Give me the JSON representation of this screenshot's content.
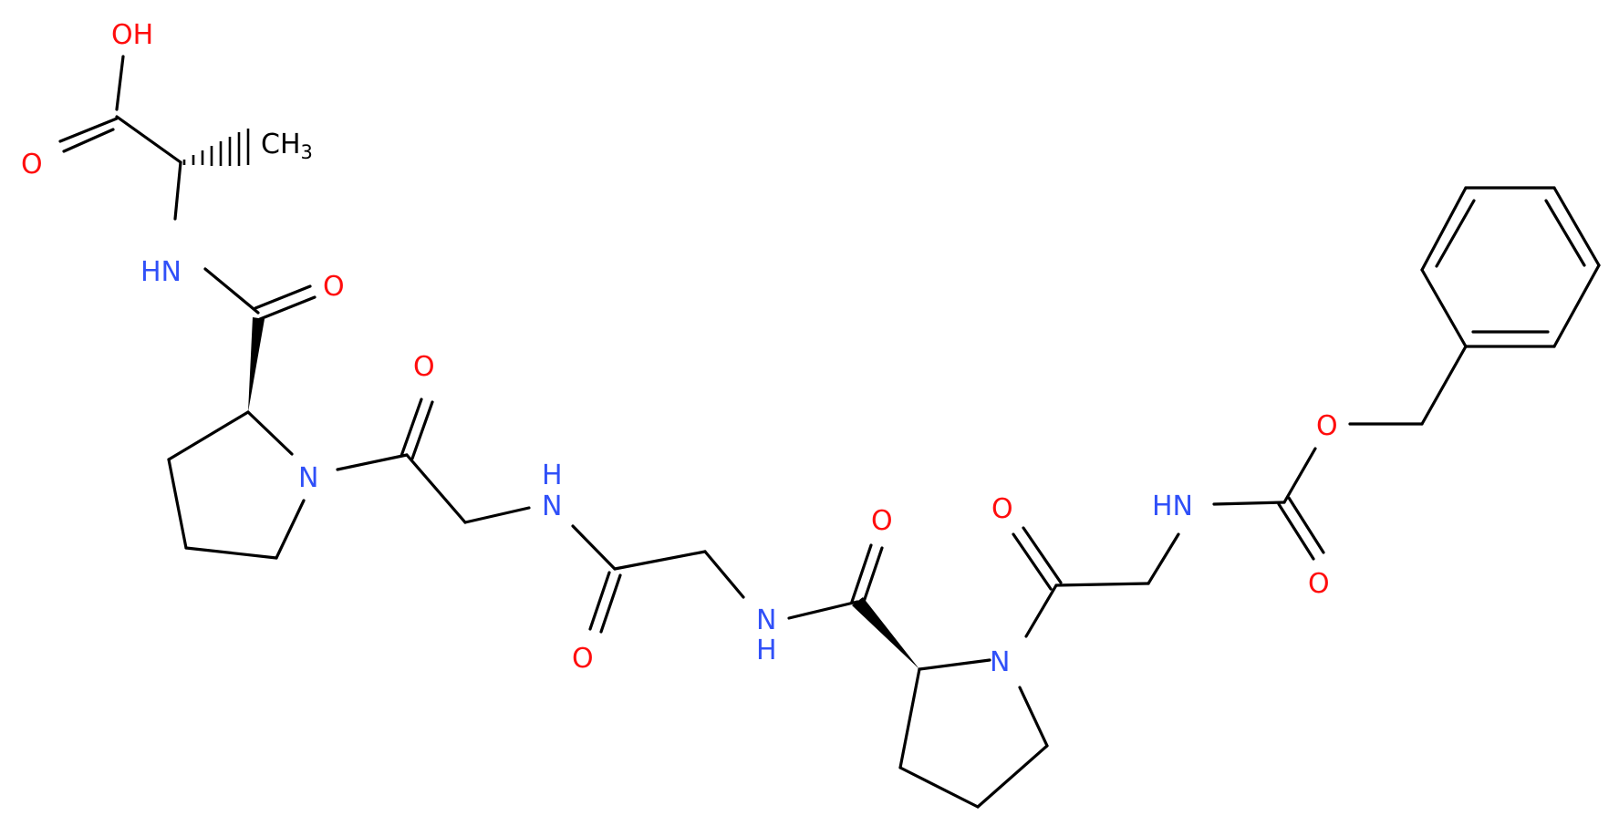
{
  "colors": {
    "bond": "#000000",
    "O": "#ff0d0d",
    "N": "#3050f8",
    "C": "#000000"
  },
  "atoms": [
    {
      "id": "oh",
      "text": "OH",
      "element": "O"
    },
    {
      "id": "o_acid",
      "text": "O",
      "element": "O"
    },
    {
      "id": "ch3",
      "text": "CH",
      "sub": "3",
      "element": "C"
    },
    {
      "id": "hn_ala",
      "text": "HN",
      "element": "N"
    },
    {
      "id": "o_pro1",
      "text": "O",
      "element": "O"
    },
    {
      "id": "o_gly1",
      "text": "O",
      "element": "O"
    },
    {
      "id": "n_pro1",
      "text": "N",
      "element": "N"
    },
    {
      "id": "h_gly1",
      "text": "H",
      "element": "N"
    },
    {
      "id": "n_gly1",
      "text": "N",
      "element": "N"
    },
    {
      "id": "o_gly2",
      "text": "O",
      "element": "O"
    },
    {
      "id": "o_pro2",
      "text": "O",
      "element": "O"
    },
    {
      "id": "n_gly2",
      "text": "N",
      "element": "N"
    },
    {
      "id": "h_gly2",
      "text": "H",
      "element": "N"
    },
    {
      "id": "o_gly3",
      "text": "O",
      "element": "O"
    },
    {
      "id": "n_pro2",
      "text": "N",
      "element": "N"
    },
    {
      "id": "hn_cbz",
      "text": "HN",
      "element": "N"
    },
    {
      "id": "o_carb",
      "text": "O",
      "element": "O"
    },
    {
      "id": "o_cbz",
      "text": "O",
      "element": "O"
    }
  ]
}
